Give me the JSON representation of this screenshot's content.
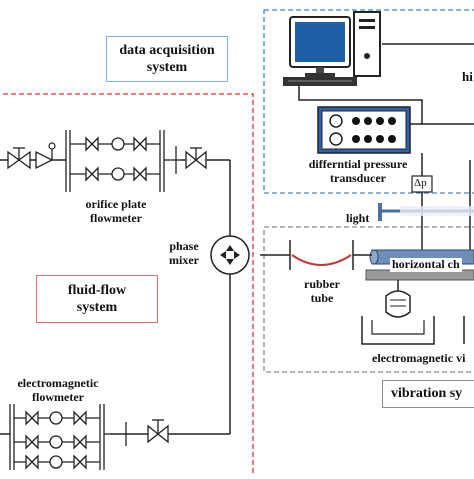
{
  "systems": {
    "data_acquisition": {
      "line1": "data acquisition",
      "line2": "system"
    },
    "fluid_flow": {
      "line1": "fluid-flow",
      "line2": "system"
    },
    "vibration": {
      "label": "vibration sy"
    }
  },
  "components": {
    "computer_tag": "hi",
    "dp_transducer": {
      "line1": "differntial pressure",
      "line2": "transducer"
    },
    "dp_symbol": "Δp",
    "light": "light",
    "horizontal_channel": "horizontal ch",
    "rubber_tube": {
      "line1": "rubber",
      "line2": "tube"
    },
    "phase_mixer": {
      "line1": "phase",
      "line2": "mixer"
    },
    "orifice_flowmeter": {
      "line1": "orifice plate",
      "line2": "flowmeter"
    },
    "em_flowmeter": {
      "line1": "electromagnetic",
      "line2": "flowmeter"
    },
    "em_vibrator": "electromagnetic vi"
  },
  "colors": {
    "data_acq_border": "#3d86c6",
    "fluid_flow_border": "#d8313a",
    "vibration_border": "#8a8a8a",
    "label_box_blue": "#7fb6df",
    "label_box_red": "#e0707a",
    "pipe": "#333333",
    "monitor_screen": "#1f5fa8",
    "daq_unit": "#2f64a8",
    "channel_tube": "#6f8eb5",
    "rubber_tube": "#c0393b",
    "light_bar": "#4b6ea3"
  },
  "icons": [
    "computer-monitor-icon",
    "computer-tower-icon",
    "keyboard-icon",
    "valve-icon",
    "check-valve-icon",
    "flowmeter-icon",
    "phase-mixer-icon",
    "vibrator-icon"
  ]
}
